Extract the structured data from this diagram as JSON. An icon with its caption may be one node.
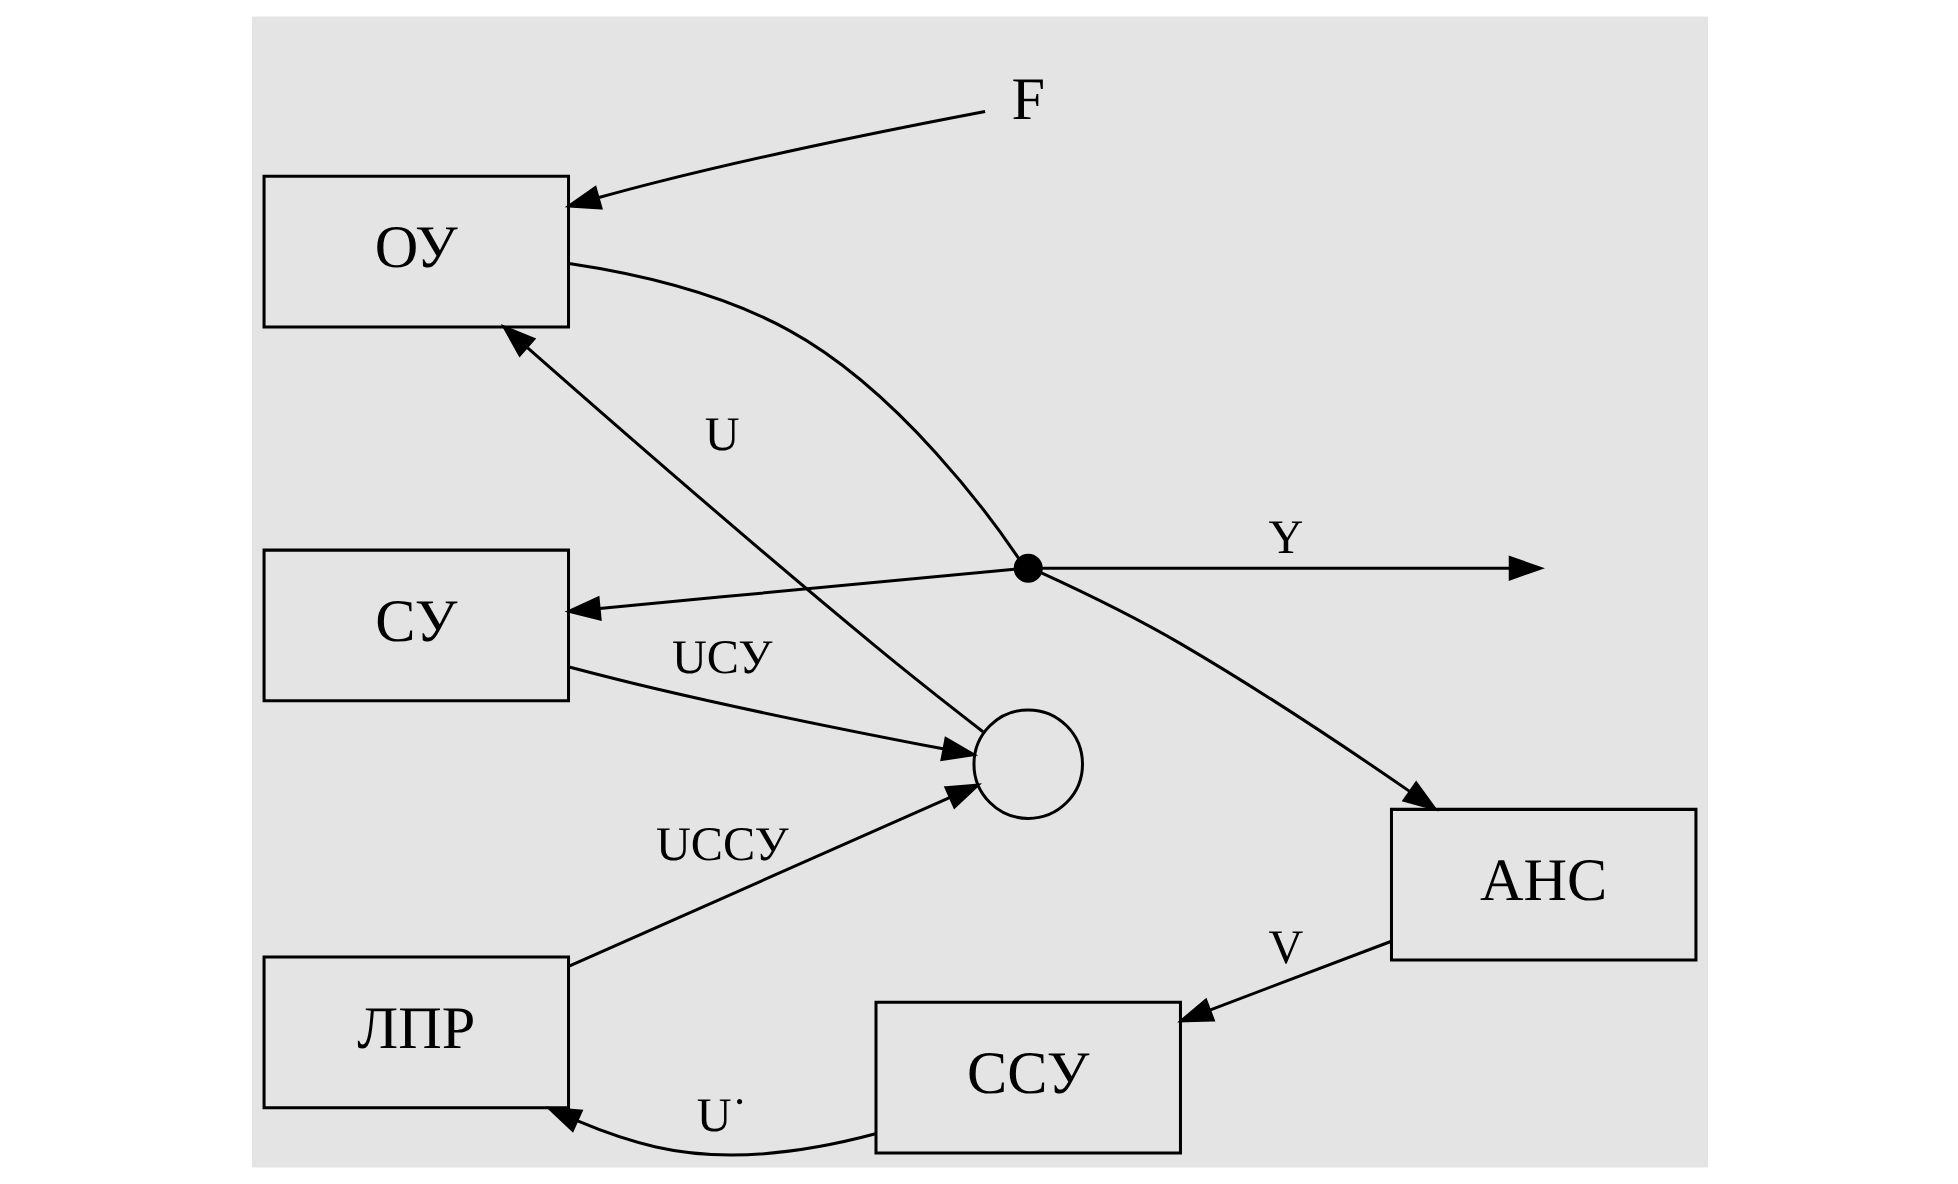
{
  "diagram": {
    "nodes": [
      {
        "text": [
          "СУ"
        ]
      },
      {
        "text": [
          "F"
        ]
      },
      {
        "text": [],
        "shape": "circle"
      },
      {
        "text": [
          "ОУ"
        ]
      },
      {
        "text": [],
        "shape": "dot"
      },
      {
        "text": [
          "АНС"
        ]
      },
      {
        "text": [
          "ЛПР"
        ]
      },
      {
        "text": [
          "ССУ"
        ]
      }
    ],
    "edges": [
      {
        "from": 0,
        "to": 2,
        "arrow": "to",
        "label": "UСУ"
      },
      {
        "from": 2,
        "to": 3,
        "arrow": "to",
        "label": "U"
      },
      {
        "from": 1,
        "to": 3,
        "arrow": "to"
      },
      {
        "from": 3,
        "to": 4,
        "arrow": "none"
      },
      {
        "from": 4,
        "to": null,
        "arrow": "to",
        "label": "Y"
      },
      {
        "from": 4,
        "to": 0,
        "arrow": "to"
      },
      {
        "from": 4,
        "to": 5,
        "arrow": "to"
      },
      {
        "from": 5,
        "to": 7,
        "arrow": "to",
        "label": "V"
      },
      {
        "from": 7,
        "to": 6,
        "arrow": "to",
        "label": "U˙"
      },
      {
        "from": 6,
        "to": 2,
        "arrow": "to",
        "label": "UССУ"
      }
    ]
  }
}
